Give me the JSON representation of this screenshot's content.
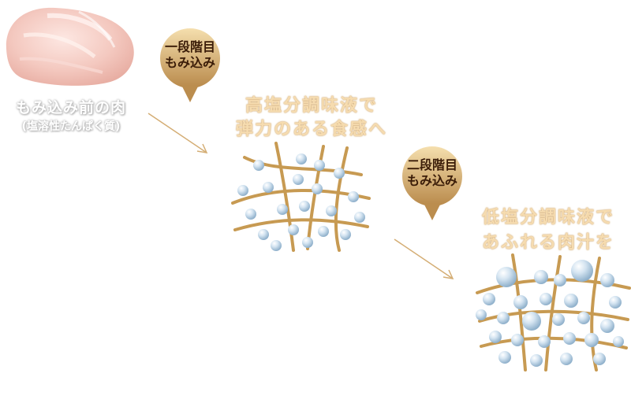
{
  "raw_meat": {
    "caption": "もみ込み前の肉",
    "sub_caption": "(塩溶性たんぱく質)"
  },
  "step1": {
    "badge_line1": "一段階目",
    "badge_line2": "もみ込み",
    "desc_line1": "高塩分調味液で",
    "desc_line2": "弾力のある食感へ"
  },
  "step2": {
    "badge_line1": "二段階目",
    "badge_line2": "もみ込み",
    "desc_line1": "低塩分調味液で",
    "desc_line2": "あふれる肉汁を"
  },
  "colors": {
    "gold": "#c79a52",
    "badge_light": "#f3d9a4",
    "badge_dark": "#b8894a",
    "droplet": "#bcd4e8"
  }
}
